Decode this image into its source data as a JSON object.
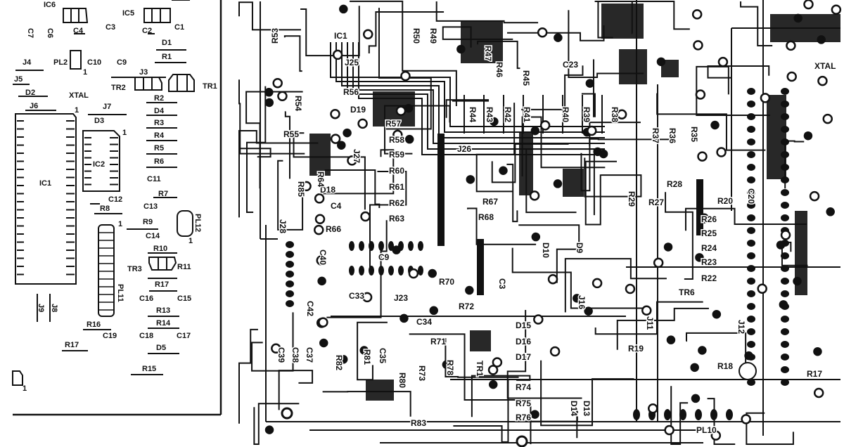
{
  "component_overlay": {
    "labels": [
      "IC6",
      "IC5",
      "C7",
      "C6",
      "C4",
      "C3",
      "C2",
      "C1",
      "D1",
      "R1",
      "J4",
      "PL2",
      "C10",
      "C9",
      "J3",
      "TR2",
      "TR1",
      "J5",
      "D2",
      "XTAL",
      "R2",
      "J6",
      "J7",
      "D4",
      "D3",
      "R3",
      "R4",
      "R5",
      "R6",
      "IC2",
      "C11",
      "IC1",
      "R7",
      "C12",
      "R8",
      "C13",
      "PL12",
      "R9",
      "C14",
      "R10",
      "TR3",
      "R11",
      "R17",
      "PL11",
      "J9",
      "J8",
      "C16",
      "C15",
      "R13",
      "R16",
      "R14",
      "C19",
      "C18",
      "C17",
      "R17",
      "D5",
      "R15"
    ],
    "pin_one_marks": [
      "1",
      "1",
      "1",
      "1",
      "1",
      "1"
    ]
  },
  "copper_side": {
    "labels": [
      "R53",
      "R50",
      "R49",
      "R47",
      "R46",
      "R45",
      "C23",
      "R56",
      "R54",
      "D19",
      "R57",
      "R55",
      "R58",
      "J26",
      "R59",
      "R60",
      "R61",
      "R62",
      "R63",
      "R67",
      "R68",
      "R85",
      "D18",
      "C4",
      "R66",
      "R64",
      "R44",
      "R43",
      "R42",
      "R41",
      "R40",
      "R39",
      "R38",
      "R37",
      "R36",
      "R35",
      "R29",
      "R26",
      "R25",
      "R24",
      "R23",
      "R22",
      "R70",
      "R72",
      "C34",
      "D15",
      "D16",
      "D17",
      "R19",
      "R18",
      "R17",
      "R74",
      "R75",
      "R76",
      "R83",
      "R73",
      "R80",
      "R81",
      "R82",
      "C35",
      "C33",
      "C42",
      "C39",
      "C38",
      "C37",
      "R78",
      "TR1",
      "C9",
      "C40",
      "J28",
      "PL10",
      "XTAL",
      "C20",
      "R27",
      "R28",
      "D10",
      "D9",
      "J27",
      "J23",
      "C3",
      "R71",
      "D14",
      "D13",
      "J11",
      "IC1",
      "J25",
      "R20",
      "J16",
      "TR6",
      "J12"
    ]
  },
  "colors": {
    "ink": "#111111",
    "paper": "#ffffff"
  }
}
